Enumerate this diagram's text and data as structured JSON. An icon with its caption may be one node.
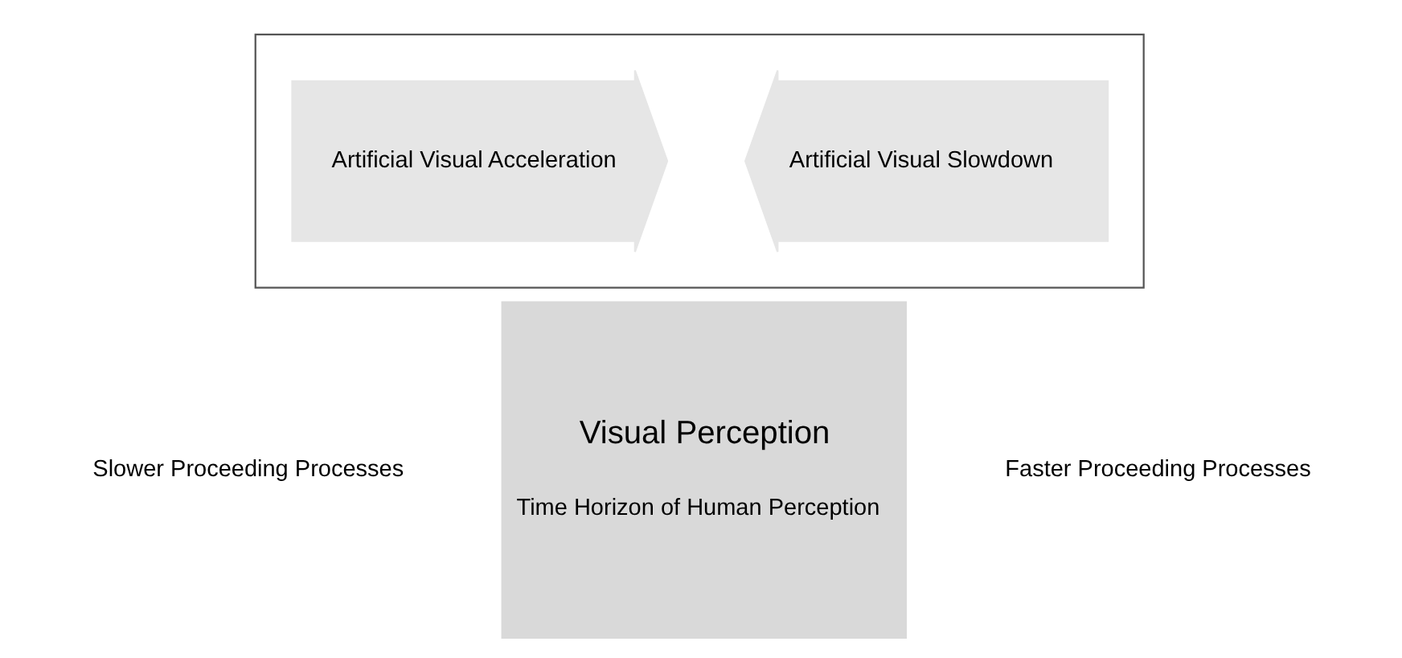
{
  "diagram": {
    "nodes": [
      {
        "text": [],
        "shape": "box"
      },
      {
        "text": [
          "Artificial Visual Acceleration"
        ],
        "in": 0
      },
      {
        "text": [
          "Visual Perception",
          "Time Horizon of Human Perception"
        ]
      },
      {
        "text": [
          "Artificial Visual Slowdown"
        ],
        "in": 0
      }
    ],
    "labels": [
      "Slower Proceeding Processes",
      "Faster Proceeding Processes"
    ]
  }
}
